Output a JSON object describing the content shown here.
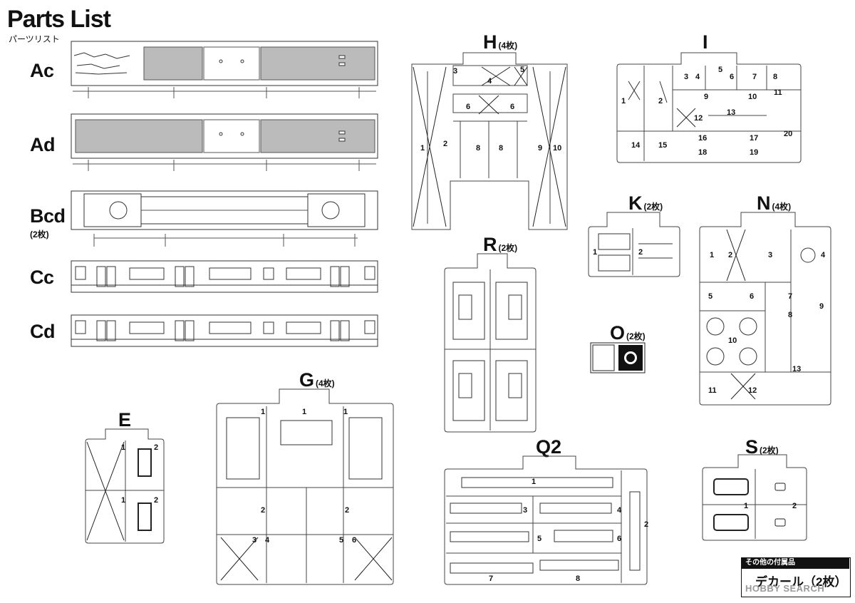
{
  "header": {
    "title": "Parts List",
    "subtitle": "パーツリスト"
  },
  "body_parts": [
    {
      "label": "Ac",
      "qty": ""
    },
    {
      "label": "Ad",
      "qty": ""
    },
    {
      "label": "Bcd",
      "qty": "(2枚)"
    },
    {
      "label": "Cc",
      "qty": ""
    },
    {
      "label": "Cd",
      "qty": ""
    }
  ],
  "groups": {
    "H": {
      "letter": "H",
      "qty": "(4枚)",
      "nums": [
        "3",
        "4",
        "5",
        "6",
        "6",
        "1",
        "2",
        "8",
        "8",
        "9",
        "10"
      ]
    },
    "I": {
      "letter": "I",
      "qty": "",
      "nums": [
        "1",
        "2",
        "3",
        "4",
        "5",
        "6",
        "7",
        "8",
        "9",
        "10",
        "11",
        "12",
        "13",
        "14",
        "15",
        "16",
        "17",
        "18",
        "19",
        "20"
      ]
    },
    "K": {
      "letter": "K",
      "qty": "(2枚)",
      "nums": [
        "1",
        "2"
      ]
    },
    "N": {
      "letter": "N",
      "qty": "(4枚)",
      "nums": [
        "1",
        "2",
        "3",
        "4",
        "5",
        "6",
        "7",
        "8",
        "9",
        "10",
        "11",
        "12",
        "13"
      ]
    },
    "R": {
      "letter": "R",
      "qty": "(2枚)"
    },
    "O": {
      "letter": "O",
      "qty": "(2枚)"
    },
    "E": {
      "letter": "E",
      "qty": "",
      "nums": [
        "1",
        "2",
        "1",
        "2"
      ]
    },
    "G": {
      "letter": "G",
      "qty": "(4枚)",
      "nums": [
        "1",
        "1",
        "1",
        "2",
        "2",
        "3",
        "4",
        "5",
        "6"
      ]
    },
    "Q2": {
      "letter": "Q2",
      "qty": "",
      "nums": [
        "1",
        "2",
        "3",
        "4",
        "5",
        "6",
        "7",
        "8"
      ]
    },
    "S": {
      "letter": "S",
      "qty": "(2枚)",
      "nums": [
        "1",
        "2"
      ]
    }
  },
  "accessories": {
    "heading": "その他の付属品",
    "item": "デカール（2枚）"
  },
  "watermark": "HOBBY SEARCH"
}
